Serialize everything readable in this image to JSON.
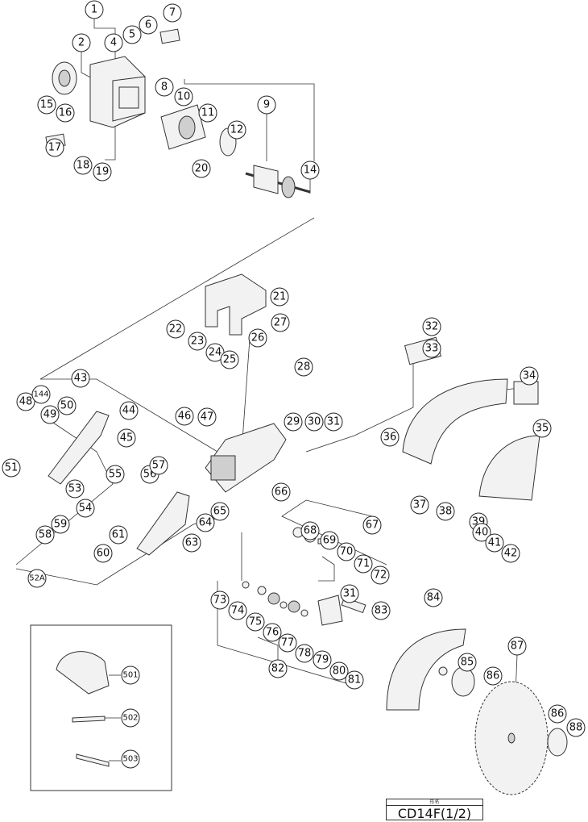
{
  "diagram": {
    "model_caption": "形名",
    "model": "CD14F(1/2)",
    "callouts": [
      "1",
      "2",
      "4",
      "5",
      "6",
      "7",
      "8",
      "9",
      "10",
      "11",
      "12",
      "14",
      "15",
      "16",
      "17",
      "18",
      "19",
      "20",
      "21",
      "22",
      "23",
      "24",
      "25",
      "26",
      "27",
      "28",
      "29",
      "30",
      "31",
      "32",
      "33",
      "34",
      "35",
      "36",
      "37",
      "38",
      "39",
      "40",
      "41",
      "42",
      "43",
      "44",
      "45",
      "46",
      "47",
      "48",
      "144",
      "49",
      "50",
      "51",
      "52A",
      "53",
      "54",
      "55",
      "56",
      "57",
      "58",
      "59",
      "60",
      "61",
      "63",
      "64",
      "65",
      "66",
      "67",
      "68",
      "69",
      "70",
      "71",
      "72",
      "73",
      "74",
      "75",
      "76",
      "77",
      "78",
      "79",
      "80",
      "81",
      "82",
      "31",
      "83",
      "84",
      "85",
      "86",
      "86",
      "87",
      "88",
      "501",
      "502",
      "503"
    ]
  }
}
